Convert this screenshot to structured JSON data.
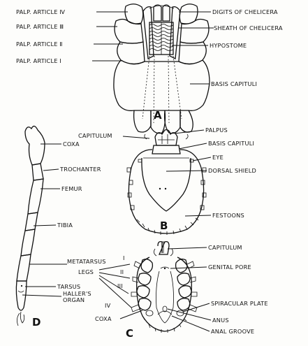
{
  "figA": {
    "letter": "A",
    "labels": {
      "palp_iv": "PALP. ARTICLE Ⅳ",
      "palp_iii": "PALP. ARTICLE Ⅲ",
      "palp_ii": "PALP. ARTICLE Ⅱ",
      "palp_i": "PALP. ARTICLE Ⅰ",
      "digits": "DIGITS OF CHELICERA",
      "sheath": "SHEATH OF CHELICERA",
      "hypostome": "HYPOSTOME",
      "basis": "BASIS CAPITULI"
    }
  },
  "figB": {
    "letter": "B",
    "labels": {
      "capitulum": "CAPITULUM",
      "palpus": "PALPUS",
      "basis": "BASIS CAPITULI",
      "eye": "EYE",
      "dorsal": "DORSAL SHIELD",
      "festoons": "FESTOONS"
    }
  },
  "figC": {
    "letter": "C",
    "labels": {
      "capitulum": "CAPITULUM",
      "genital": "GENITAL PORE",
      "legs": "LEGS",
      "leg_i": "I",
      "leg_ii": "II",
      "leg_iii": "III",
      "leg_iv": "IV",
      "coxa": "COXA",
      "spiracular": "SPIRACULAR PLATE",
      "anus": "ANUS",
      "anal_groove": "ANAL GROOVE"
    }
  },
  "figD": {
    "letter": "D",
    "labels": {
      "coxa": "COXA",
      "trochanter": "TROCHANTER",
      "femur": "FEMUR",
      "tibia": "TIBIA",
      "metatarsus": "METATARSUS",
      "tarsus": "TARSUS",
      "hallers_1": "HALLER'S",
      "hallers_2": "ORGAN"
    }
  }
}
